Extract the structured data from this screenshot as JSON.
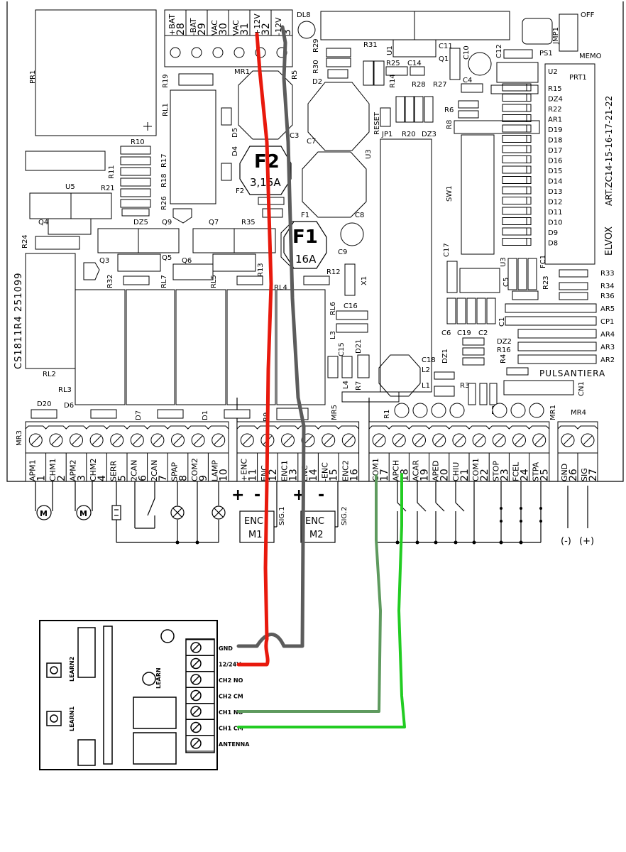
{
  "colors": {
    "wire_positive": "#e8190d",
    "wire_gnd": "#5c5c5c",
    "wire_ch1no": "#5e9a5e",
    "wire_ch1cm": "#22cc22",
    "line": "#000000"
  },
  "board": {
    "id": "CS1811R4 251099",
    "art": "ART.ZC14-15-16-17-21-22",
    "brand": "ELVOX",
    "pulsantiera": "PULSANTIERA",
    "reset": "RESET",
    "off": "OFF",
    "memo": "MEMO",
    "jmp1": "JMP1",
    "ps1": "PS1",
    "prt1": "PRT1",
    "u2": "U2",
    "dl8": "DL8"
  },
  "fuses": [
    {
      "name": "F2",
      "rating": "3,15A",
      "label": "F2"
    },
    {
      "name": "F1",
      "rating": "16A",
      "label": "F1"
    }
  ],
  "top_terminals": [
    {
      "name": "+BAT",
      "num": "28"
    },
    {
      "name": "-BAT",
      "num": "29"
    },
    {
      "name": "VAC",
      "num": "30"
    },
    {
      "name": "VAC",
      "num": "31"
    },
    {
      "name": "+12V",
      "num": "32"
    },
    {
      "name": "-12V",
      "num": "3"
    }
  ],
  "mr3_terminals": [
    {
      "name": "APM1",
      "num": "1"
    },
    {
      "name": "CHM1",
      "num": "2"
    },
    {
      "name": "APM2",
      "num": "3"
    },
    {
      "name": "CHM2",
      "num": "4"
    },
    {
      "name": "SERR",
      "num": "5"
    },
    {
      "name": "2CAN",
      "num": "6"
    },
    {
      "name": "2CAN",
      "num": "7"
    },
    {
      "name": "SPAP",
      "num": "8"
    },
    {
      "name": "COM2",
      "num": "9"
    },
    {
      "name": "LAMP",
      "num": "10"
    }
  ],
  "mr9_terminals": [
    {
      "name": "+ENC",
      "num": "11"
    },
    {
      "name": "ENC",
      "num": "12"
    },
    {
      "name": "ENC1",
      "num": "13"
    },
    {
      "name": "ENC",
      "num": "14"
    },
    {
      "name": "-ENC",
      "num": "15"
    },
    {
      "name": "ENC2",
      "num": "16"
    }
  ],
  "mr1_terminals": [
    {
      "name": "COM1",
      "num": "17"
    },
    {
      "name": "APCH",
      "num": "18"
    },
    {
      "name": "ACAR",
      "num": "19"
    },
    {
      "name": "APED",
      "num": "20"
    },
    {
      "name": "CHIU",
      "num": "21"
    },
    {
      "name": "COM1",
      "num": "22"
    },
    {
      "name": "STOP",
      "num": "23"
    },
    {
      "name": "FCEL",
      "num": "24"
    },
    {
      "name": "STPA",
      "num": "25"
    }
  ],
  "mr4_terminals": [
    {
      "name": "GND",
      "num": "26"
    },
    {
      "name": "SIG",
      "num": "27"
    }
  ],
  "encoders": [
    {
      "label": "ENC\nM1",
      "line1": "ENC",
      "line2": "M1",
      "sig": "SIG.1"
    },
    {
      "label": "ENC\nM2",
      "line1": "ENC",
      "line2": "M2",
      "sig": "SIG.2"
    }
  ],
  "polarity": {
    "plus": "+",
    "minus": "-",
    "neg_paren": "(-)",
    "pos_paren": "(+)"
  },
  "receiver": {
    "learn1": "LEARN1",
    "learn2": "LEARN2",
    "learn": "LEARN",
    "terminals": [
      "GND",
      "12/24V",
      "CH2 NO",
      "CH2 CM",
      "CH1 NO",
      "CH1 CM",
      "ANTENNA"
    ]
  },
  "right_column_labels": [
    "R15",
    "DZ4",
    "R22",
    "AR1",
    "D19",
    "D18",
    "D17",
    "D16",
    "D15",
    "D14",
    "D13",
    "D12",
    "D11",
    "D10",
    "D9",
    "D8"
  ],
  "right_lower_labels": [
    "R33",
    "R34",
    "R36",
    "AR5",
    "CP1",
    "AR4",
    "AR3",
    "AR2"
  ],
  "component_labels": {
    "pr1": "PR1",
    "u5": "U5",
    "q4": "Q4",
    "r24": "R24",
    "rl2": "RL2",
    "rl3": "RL3",
    "d20": "D20",
    "d6": "D6",
    "d7": "D7",
    "d1": "D1",
    "mr3": "MR3",
    "mr5": "MR5",
    "r9": "R9",
    "r1": "R1",
    "r2": "R2",
    "r3": "R3",
    "mr1": "MR1",
    "mr4": "MR4",
    "rl1": "RL1",
    "r19": "R19",
    "r10": "R10",
    "r11": "R11",
    "r17": "R17",
    "r18": "R18",
    "r21": "R21",
    "r26": "R26",
    "dz5": "DZ5",
    "q9": "Q9",
    "q7": "Q7",
    "r35": "R35",
    "q3": "Q3",
    "q5": "Q5",
    "q6": "Q6",
    "r32": "R32",
    "rl7": "RL7",
    "rl5": "RL5",
    "r13": "R13",
    "rl4": "RL4",
    "r12": "R12",
    "x1": "X1",
    "rl6": "RL6",
    "c16": "C16",
    "l3": "L3",
    "c15": "C15",
    "d21": "D21",
    "l4": "L4",
    "r7": "R7",
    "c18": "C18",
    "l2": "L2",
    "l1": "L1",
    "dz1": "DZ1",
    "jp1": "JP1",
    "r20": "R20",
    "dz3": "DZ3",
    "sw1": "SW1",
    "u3": "U3",
    "c8": "C8",
    "c9": "C9",
    "c7": "C7",
    "c3": "C3",
    "d5": "D5",
    "d4": "D4",
    "r5": "R5",
    "r29": "R29",
    "r30": "R30",
    "r31": "R31",
    "u1": "U1",
    "c11": "C11",
    "q1": "Q1",
    "c10": "C10",
    "c12": "C12",
    "c4": "C4",
    "r25": "R25",
    "c14": "C14",
    "r14": "R14",
    "r28": "R28",
    "r27": "R27",
    "r6": "R6",
    "r8": "R8",
    "d2": "D2",
    "c17": "C17",
    "u3b": "U3",
    "fc1": "FC1",
    "c5": "C5",
    "r23": "R23",
    "c6": "C6",
    "c19": "C19",
    "c2": "C2",
    "c1": "C1",
    "dz2": "DZ2",
    "r16": "R16",
    "r4": "R4",
    "cn1": "CN1",
    "mr1top": "MR1"
  }
}
